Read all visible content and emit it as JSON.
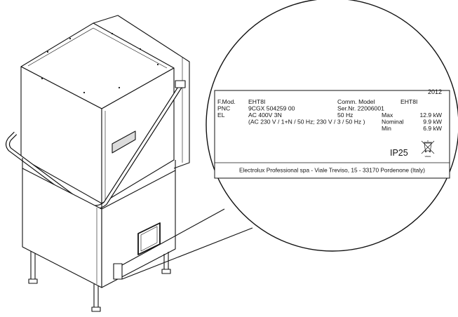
{
  "plate": {
    "year": "2012",
    "rows": [
      {
        "key": "F.Mod.",
        "value": "EHT8I"
      },
      {
        "key": "PNC",
        "value": "9CGX 504259 00"
      },
      {
        "key": "EL",
        "value": "AC 400V 3N"
      }
    ],
    "supply_note": "(AC 230 V / 1+N / 50 Hz; 230 V / 3 / 50 Hz )",
    "comm_model_label": "Comm. Model",
    "comm_model_value": "EHT8I",
    "serial": "Ser.Nr. 22006001",
    "frequency": "50 Hz",
    "power": [
      {
        "label": "Max",
        "value": "12.9 kW"
      },
      {
        "label": "Nominal",
        "value": "9.9 kW"
      },
      {
        "label": "Min",
        "value": "6.9 kW"
      }
    ],
    "ip_rating": "IP25",
    "weee_mark": "WEEE",
    "manufacturer": "Electrolux Professional spa - Viale Treviso, 15 - 33170 Pordenone (Italy)"
  },
  "colors": {
    "line": "#111111",
    "fill": "#ffffff",
    "shade": "#dcdcdc"
  }
}
